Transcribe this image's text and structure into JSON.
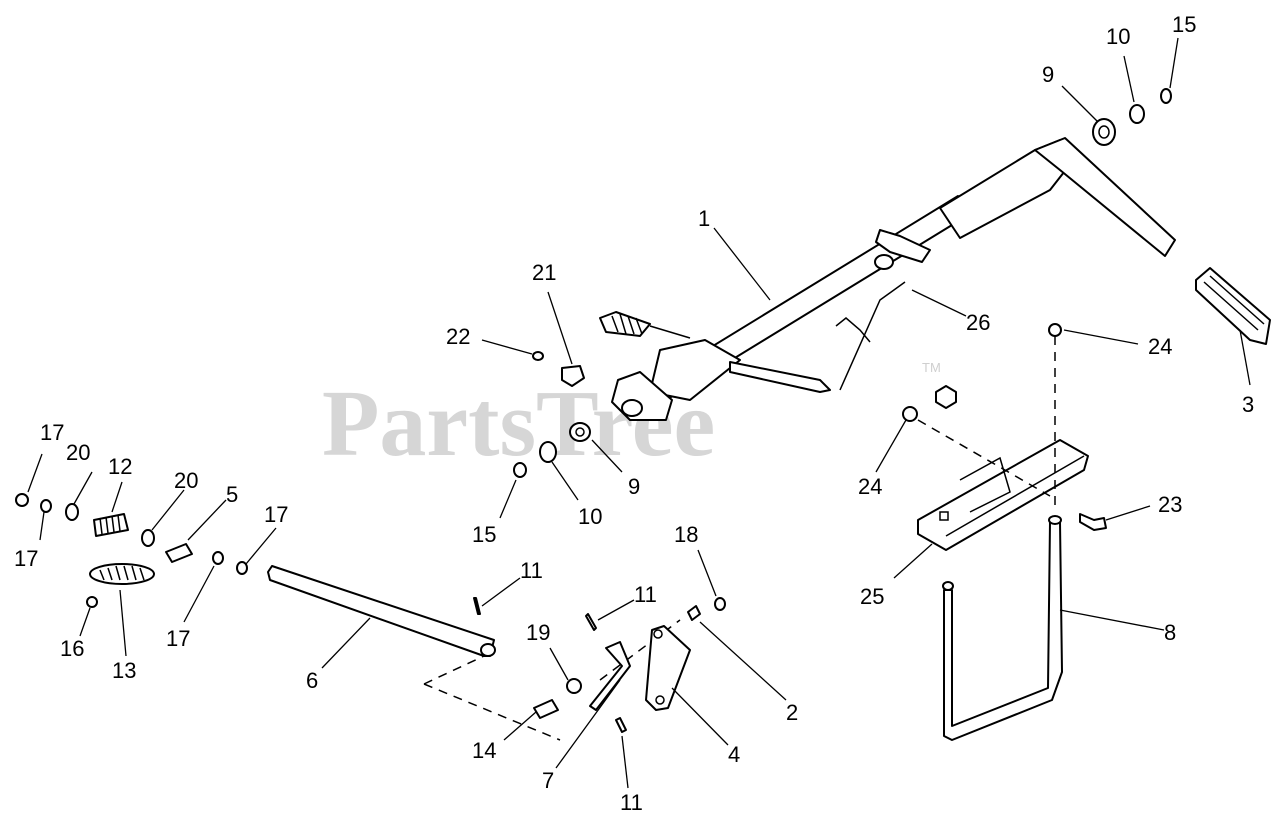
{
  "watermark": {
    "text": "PartsTree",
    "trademark": "TM"
  },
  "callouts": [
    {
      "id": "c1",
      "text": "1"
    },
    {
      "id": "c2",
      "text": "2"
    },
    {
      "id": "c3",
      "text": "3"
    },
    {
      "id": "c4",
      "text": "4"
    },
    {
      "id": "c5",
      "text": "5"
    },
    {
      "id": "c6",
      "text": "6"
    },
    {
      "id": "c7",
      "text": "7"
    },
    {
      "id": "c8",
      "text": "8"
    },
    {
      "id": "c9a",
      "text": "9"
    },
    {
      "id": "c9b",
      "text": "9"
    },
    {
      "id": "c10a",
      "text": "10"
    },
    {
      "id": "c10b",
      "text": "10"
    },
    {
      "id": "c11a",
      "text": "11"
    },
    {
      "id": "c11b",
      "text": "11"
    },
    {
      "id": "c11c",
      "text": "11"
    },
    {
      "id": "c12",
      "text": "12"
    },
    {
      "id": "c13",
      "text": "13"
    },
    {
      "id": "c14",
      "text": "14"
    },
    {
      "id": "c15a",
      "text": "15"
    },
    {
      "id": "c15b",
      "text": "15"
    },
    {
      "id": "c16",
      "text": "16"
    },
    {
      "id": "c17a",
      "text": "17"
    },
    {
      "id": "c17b",
      "text": "17"
    },
    {
      "id": "c17c",
      "text": "17"
    },
    {
      "id": "c17d",
      "text": "17"
    },
    {
      "id": "c18",
      "text": "18"
    },
    {
      "id": "c19",
      "text": "19"
    },
    {
      "id": "c20a",
      "text": "20"
    },
    {
      "id": "c20b",
      "text": "20"
    },
    {
      "id": "c21",
      "text": "21"
    },
    {
      "id": "c22",
      "text": "22"
    },
    {
      "id": "c23",
      "text": "23"
    },
    {
      "id": "c24a",
      "text": "24"
    },
    {
      "id": "c24b",
      "text": "24"
    },
    {
      "id": "c25",
      "text": "25"
    },
    {
      "id": "c26",
      "text": "26"
    }
  ]
}
